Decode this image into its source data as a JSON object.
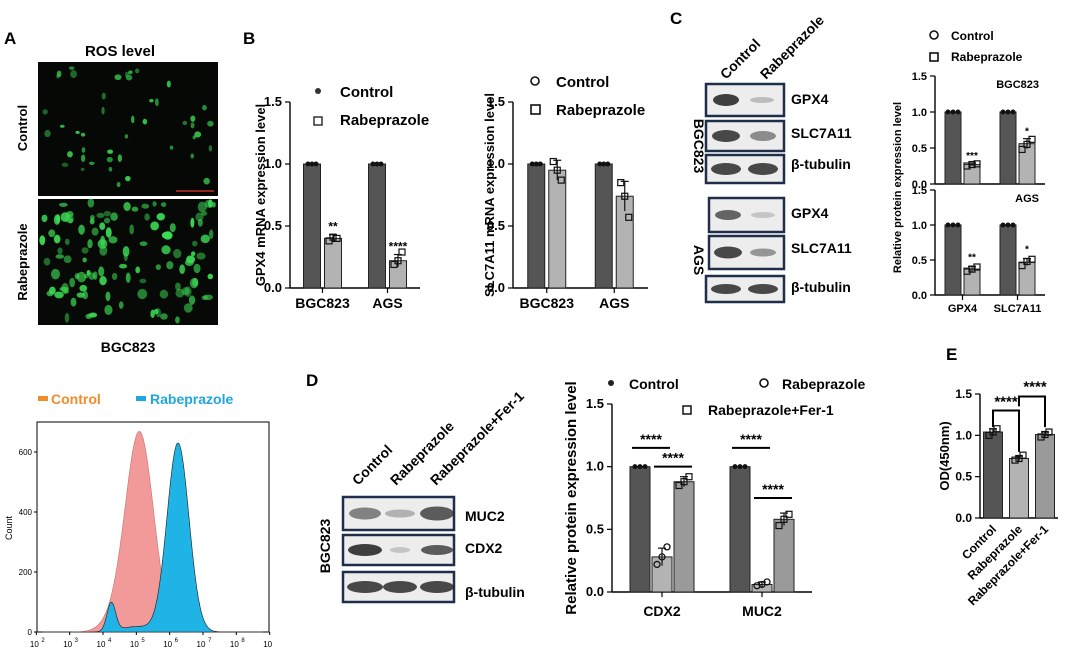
{
  "panel_letters": {
    "a": "A",
    "b": "B",
    "c": "C",
    "d": "D",
    "e": "E"
  },
  "colors": {
    "dark_bar": "#555555",
    "light_bar": "#b3b3b3",
    "lighter_bar": "#9a9a9a",
    "flow_control": "#f29a99",
    "flow_rabeprazole": "#1fb3e6",
    "legend_control_text": "#f08c2a",
    "legend_rabeprazole_text": "#1fa6dc",
    "fluor_green": "#3ddc55"
  },
  "panel_a": {
    "title": "ROS level",
    "row_labels": [
      "Control",
      "Rabeprazole"
    ],
    "caption": "BGC823",
    "flow": {
      "legend": [
        "Control",
        "Rabeprazole"
      ],
      "y_axis_label": "Count",
      "y_ticks": [
        "0",
        "200",
        "400",
        "600"
      ],
      "x_ticks": [
        "10",
        "10",
        "10",
        "10",
        "10",
        "10",
        "10",
        "10"
      ],
      "x_exps": [
        "2",
        "3",
        "4",
        "5",
        "6",
        "7",
        "8",
        ""
      ]
    }
  },
  "chart_data": [
    {
      "id": "gpx4_mrna",
      "type": "bar",
      "ylabel": "GPX4 mRNA expression level",
      "categories": [
        "BGC823",
        "AGS"
      ],
      "ylim": [
        0,
        1.5
      ],
      "yticks": [
        "0.0",
        "0.5",
        "1.0",
        "1.5"
      ],
      "series": [
        {
          "name": "Control",
          "values": [
            1.0,
            1.0
          ],
          "points": [
            [
              1,
              1,
              1
            ],
            [
              1,
              1,
              1
            ]
          ],
          "err": [
            0,
            0
          ]
        },
        {
          "name": "Rabeprazole",
          "values": [
            0.4,
            0.22
          ],
          "points": [
            [
              0.38,
              0.41,
              0.4
            ],
            [
              0.19,
              0.22,
              0.29
            ]
          ],
          "err": [
            0.03,
            0.05
          ]
        }
      ],
      "significance": [
        "**",
        "****"
      ]
    },
    {
      "id": "slc7a11_mrna",
      "type": "bar",
      "ylabel": "SLC7A11 mRNA expression level",
      "categories": [
        "BGC823",
        "AGS"
      ],
      "ylim": [
        0,
        1.5
      ],
      "yticks": [
        "0.0",
        "0.5",
        "1.0",
        "1.5"
      ],
      "series": [
        {
          "name": "Control",
          "values": [
            1.0,
            1.0
          ],
          "points": [
            [
              1,
              1,
              1
            ],
            [
              1,
              1,
              1
            ]
          ],
          "err": [
            0,
            0
          ]
        },
        {
          "name": "Rabeprazole",
          "values": [
            0.95,
            0.74
          ],
          "points": [
            [
              1.02,
              0.95,
              0.87
            ],
            [
              0.85,
              0.74,
              0.57
            ]
          ],
          "err": [
            0.08,
            0.12
          ]
        }
      ]
    },
    {
      "id": "protein_bgc823",
      "type": "bar",
      "title": "BGC823",
      "categories": [
        "GPX4",
        "SLC7A11"
      ],
      "ylim": [
        0,
        1.5
      ],
      "yticks": [
        "0.0",
        "0.5",
        "1.0",
        "1.5"
      ],
      "series": [
        {
          "name": "Control",
          "values": [
            1.0,
            1.0
          ],
          "points": [
            [
              1,
              1,
              1
            ],
            [
              1,
              1,
              1
            ]
          ],
          "err": [
            0,
            0
          ]
        },
        {
          "name": "Rabeprazole",
          "values": [
            0.27,
            0.56
          ],
          "points": [
            [
              0.25,
              0.27,
              0.28
            ],
            [
              0.48,
              0.55,
              0.62
            ]
          ],
          "err": [
            0.02,
            0.07
          ]
        }
      ],
      "significance": [
        "***",
        "*"
      ]
    },
    {
      "id": "protein_ags",
      "type": "bar",
      "title": "AGS",
      "ylabel": "Relative protein expression level",
      "categories": [
        "GPX4",
        "SLC7A11"
      ],
      "ylim": [
        0,
        1.5
      ],
      "yticks": [
        "0.0",
        "0.5",
        "1.0",
        "1.5"
      ],
      "series": [
        {
          "name": "Control",
          "values": [
            1.0,
            1.0
          ],
          "points": [
            [
              1,
              1,
              1
            ],
            [
              1,
              1,
              1
            ]
          ],
          "err": [
            0,
            0
          ]
        },
        {
          "name": "Rabeprazole",
          "values": [
            0.37,
            0.47
          ],
          "points": [
            [
              0.34,
              0.37,
              0.4
            ],
            [
              0.42,
              0.48,
              0.51
            ]
          ],
          "err": [
            0.04,
            0.05
          ]
        }
      ],
      "significance": [
        "**",
        "*"
      ]
    },
    {
      "id": "cdx2_muc2",
      "type": "bar",
      "ylabel": "Relative protein expression level",
      "categories": [
        "CDX2",
        "MUC2"
      ],
      "ylim": [
        0,
        1.5
      ],
      "yticks": [
        "0.0",
        "0.5",
        "1.0",
        "1.5"
      ],
      "series": [
        {
          "name": "Control",
          "values": [
            1.0,
            1.0
          ],
          "points": [
            [
              1,
              1,
              1
            ],
            [
              1,
              1,
              1
            ]
          ],
          "err": [
            0,
            0
          ]
        },
        {
          "name": "Rabeprazole",
          "values": [
            0.28,
            0.06
          ],
          "points": [
            [
              0.22,
              0.28,
              0.36
            ],
            [
              0.05,
              0.06,
              0.08
            ]
          ],
          "err": [
            0.07,
            0.02
          ]
        },
        {
          "name": "Rabeprazole+Fer-1",
          "values": [
            0.88,
            0.58
          ],
          "points": [
            [
              0.85,
              0.88,
              0.92
            ],
            [
              0.53,
              0.58,
              0.62
            ]
          ],
          "err": [
            0.04,
            0.05
          ]
        }
      ],
      "significance": [
        "****",
        "****",
        "****",
        "****"
      ]
    },
    {
      "id": "od450",
      "type": "bar",
      "ylabel": "OD(450nm)",
      "categories": [
        "Control",
        "Rabeprazole",
        "Rabeprazole+Fer-1"
      ],
      "ylim": [
        0,
        1.5
      ],
      "yticks": [
        "0.0",
        "0.5",
        "1.0",
        "1.5"
      ],
      "values": [
        1.04,
        0.72,
        1.01
      ],
      "points": [
        [
          1.0,
          1.04,
          1.08
        ],
        [
          0.7,
          0.72,
          0.76
        ],
        [
          0.98,
          1.01,
          1.04
        ]
      ],
      "err": [
        0.04,
        0.03,
        0.03
      ],
      "significance": [
        "****",
        "****"
      ]
    }
  ],
  "panel_c": {
    "lane_labels": [
      "Control",
      "Rabeprazole"
    ],
    "cell_lines": [
      "BGC823",
      "AGS"
    ],
    "bands_top": [
      "GPX4",
      "SLC7A11",
      "β-tubulin"
    ],
    "bands_bottom": [
      "GPX4",
      "SLC7A11",
      "β-tubulin"
    ],
    "legend": [
      "Control",
      "Rabeprazole"
    ],
    "shared_ylabel": "Relative protein expression level"
  },
  "panel_d": {
    "lane_labels": [
      "Control",
      "Rabeprazole",
      "Rabeprazole+Fer-1"
    ],
    "cell_line": "BGC823",
    "bands": [
      "MUC2",
      "CDX2",
      "β-tubulin"
    ],
    "legend": [
      "Control",
      "Rabeprazole",
      "Rabeprazole+Fer-1"
    ]
  },
  "panel_b_legend": [
    "Control",
    "Rabeprazole"
  ],
  "panel_b2_legend": [
    "Control",
    "Rabeprazole"
  ]
}
